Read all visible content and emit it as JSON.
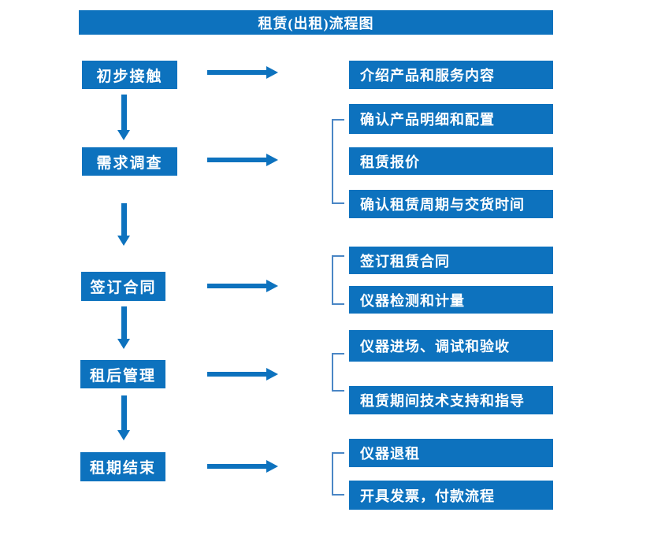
{
  "title": "租赁(出租)流程图",
  "colors": {
    "primary_blue": "#0d72be",
    "bracket_blue": "#4a86c5",
    "text_white": "#ffffff",
    "background": "#ffffff"
  },
  "icons": {
    "down_arrow": "solid blue down arrow connector",
    "right_arrow": "solid blue right arrow connector",
    "group_bracket": "light blue left square bracket grouping outputs"
  },
  "stages": [
    {
      "label": "初步接触",
      "outputs": [
        "介绍产品和服务内容"
      ]
    },
    {
      "label": "需求调查",
      "outputs": [
        "确认产品明细和配置",
        "租赁报价",
        "确认租赁周期与交货时间"
      ]
    },
    {
      "label": "签订合同",
      "outputs": [
        "签订租赁合同",
        "仪器检测和计量"
      ]
    },
    {
      "label": "租后管理",
      "outputs": [
        "仪器进场、调试和验收",
        "租赁期间技术支持和指导"
      ]
    },
    {
      "label": "租期结束",
      "outputs": [
        "仪器退租",
        "开具发票，付款流程"
      ]
    }
  ]
}
